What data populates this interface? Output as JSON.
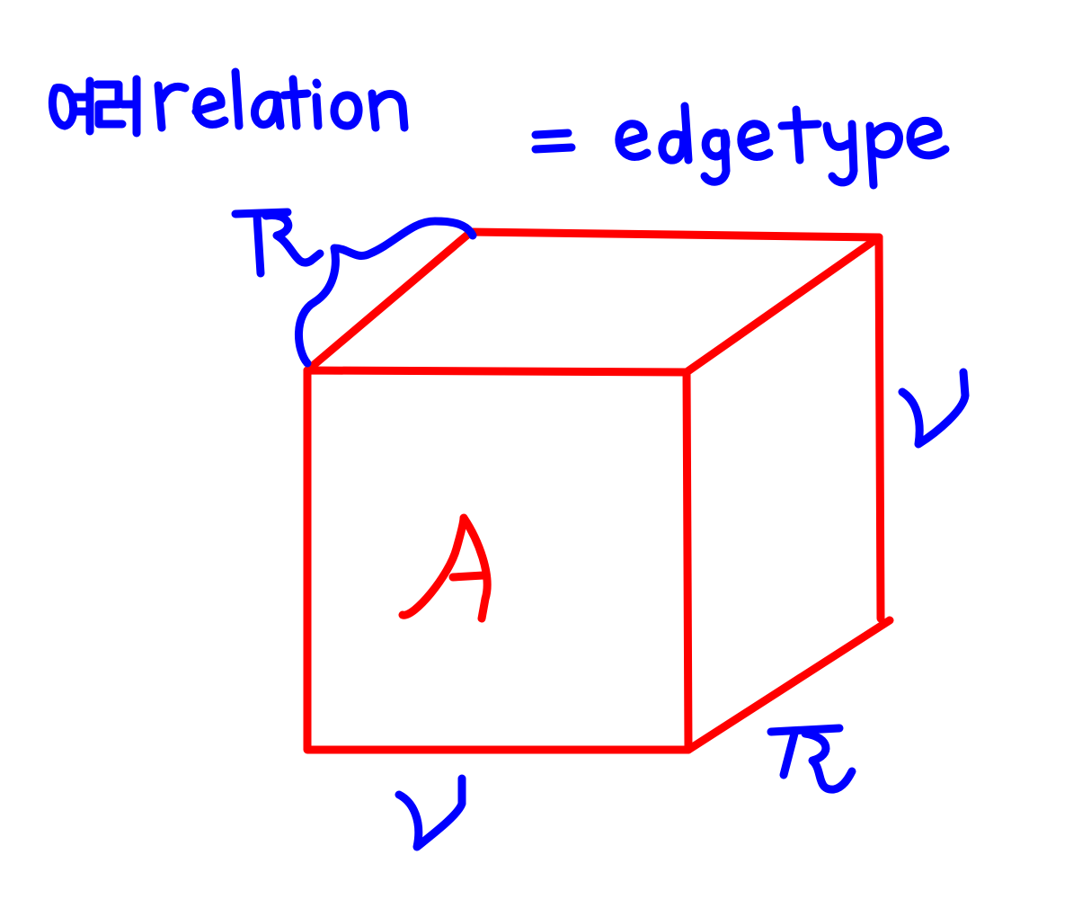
{
  "title": {
    "hangul": "여러",
    "relation": "relation",
    "equals": "=",
    "edge_type": "edge type"
  },
  "labels": {
    "face": "A",
    "top_left_edge": "R",
    "right_edge": "ν",
    "bottom_edge": "ν",
    "bottom_right_edge": "R"
  },
  "colors": {
    "annotation": "#0000ff",
    "cube": "#ff0000",
    "background": "#ffffff"
  }
}
